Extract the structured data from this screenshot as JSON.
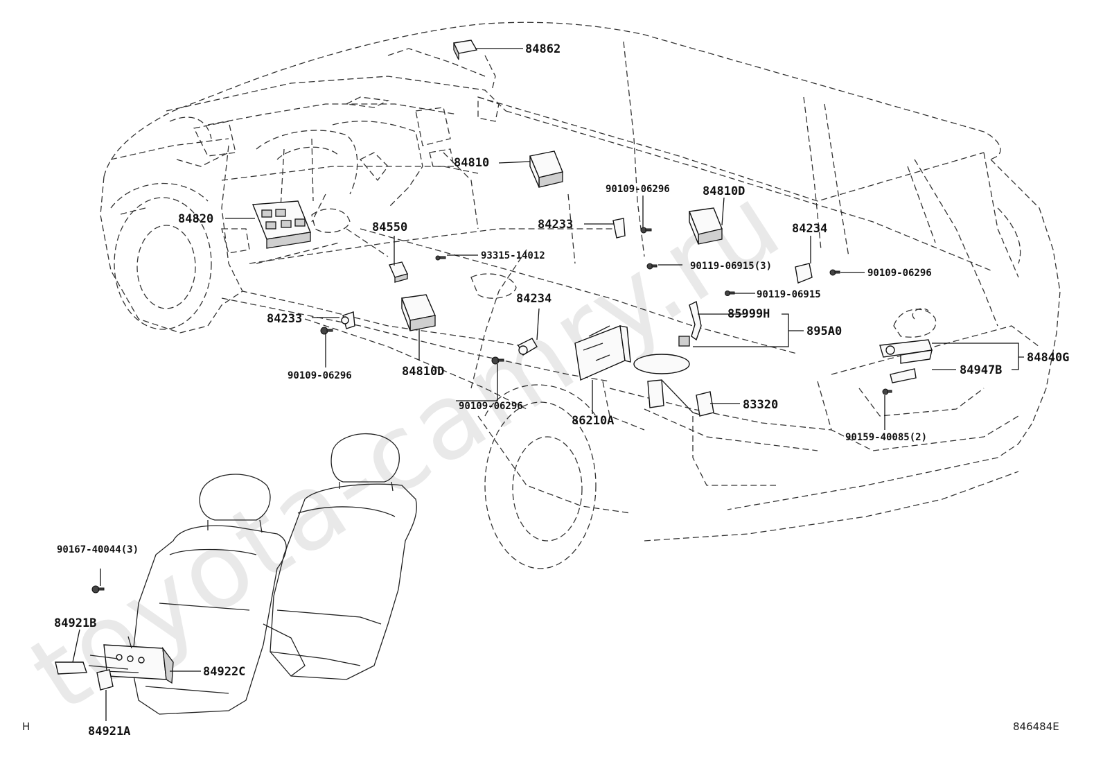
{
  "watermark": "toyota-camry.ru",
  "labels": {
    "p84862": "84862",
    "p84810": "84810",
    "p90109_06296_a": "90109-06296",
    "p84810D_a": "84810D",
    "p84820": "84820",
    "p84550": "84550",
    "p84233_a": "84233",
    "p84234_a": "84234",
    "p93315_14012": "93315-14012",
    "p90119_06915_3": "90119-06915(3)",
    "p90109_06296_b": "90109-06296",
    "p90119_06915": "90119-06915",
    "p84233_b": "84233",
    "p84234_b": "84234",
    "p85999H": "85999H",
    "p895A0": "895A0",
    "p90109_06296_c": "90109-06296",
    "p84810D_b": "84810D",
    "p90109_06296_d": "90109-06296",
    "p86210A": "86210A",
    "p83320": "83320",
    "p84840G": "84840G",
    "p84947B": "84947B",
    "p90159_40085_2": "90159-40085(2)",
    "p90167_40044_3": "90167-40044(3)",
    "p84921B": "84921B",
    "p84922C": "84922C",
    "p84921A": "84921A"
  },
  "footer": {
    "left_mark": "H",
    "drawing_number": "846484E"
  }
}
